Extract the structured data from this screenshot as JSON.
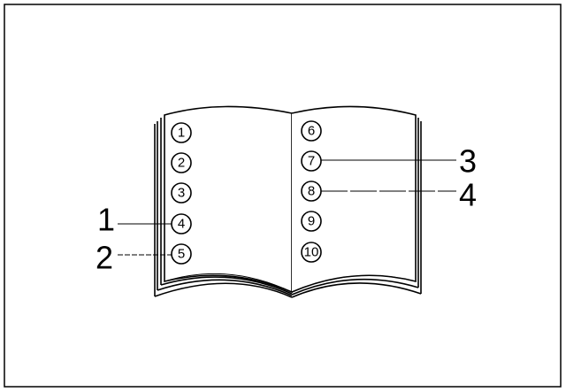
{
  "left_page_items": [
    "1",
    "2",
    "3",
    "4",
    "5"
  ],
  "right_page_items": [
    "6",
    "7",
    "8",
    "9",
    "10"
  ],
  "callouts": {
    "c1": "1",
    "c2": "2",
    "c3": "3",
    "c4": "4"
  }
}
